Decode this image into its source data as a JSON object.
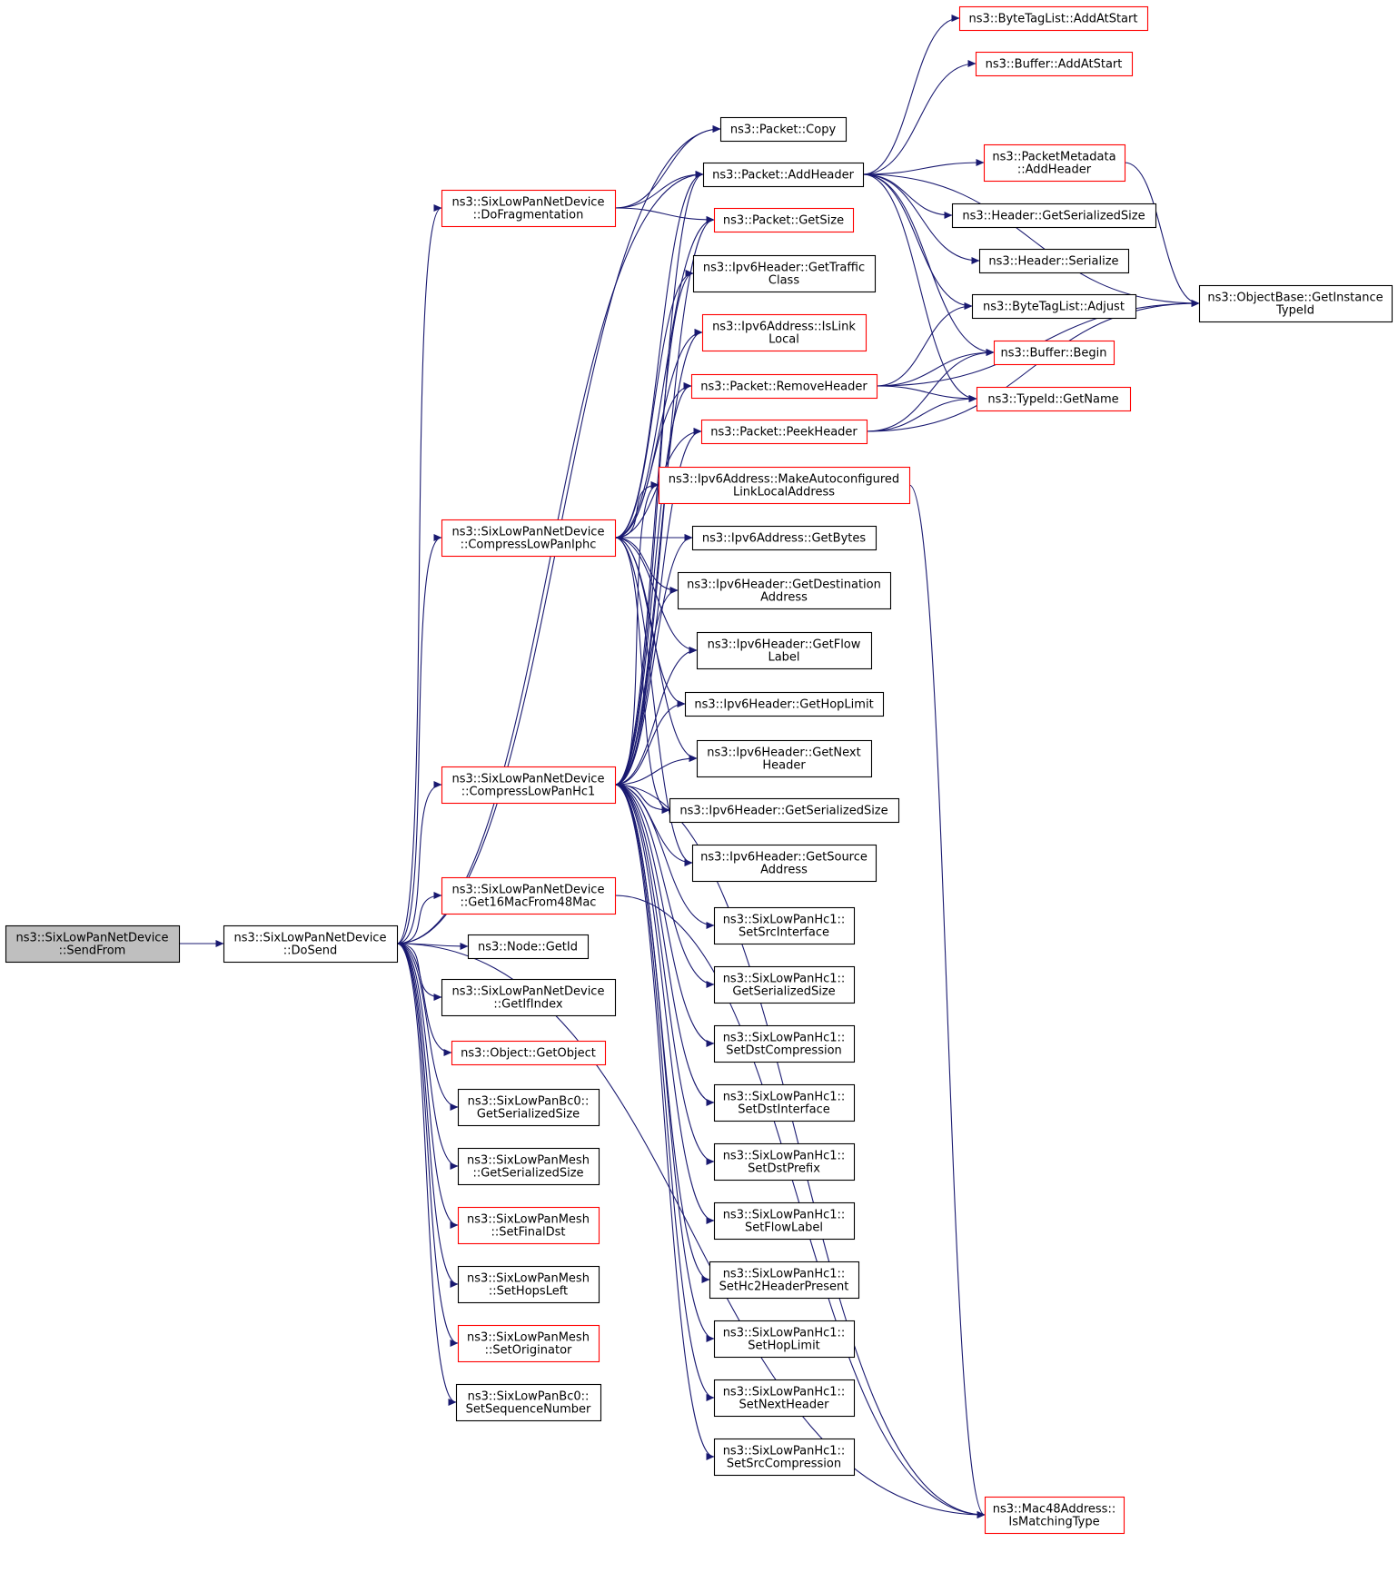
{
  "colors": {
    "edge": "#191970",
    "arrowhead": "#191970",
    "border_documented": "#000000",
    "border_undocumented": "#ff0000",
    "fill_root": "#bfbfbf",
    "fill_default": "#ffffff",
    "text": "#000000"
  },
  "root_node": "sendfrom",
  "nodes": [
    {
      "id": "sendfrom",
      "lines": [
        "ns3::SixLowPanNetDevice",
        "::SendFrom"
      ],
      "border": "black",
      "highlighted": true
    },
    {
      "id": "dosend",
      "lines": [
        "ns3::SixLowPanNetDevice",
        "::DoSend"
      ],
      "border": "black"
    },
    {
      "id": "dofragmentation",
      "lines": [
        "ns3::SixLowPanNetDevice",
        "::DoFragmentation"
      ],
      "border": "red"
    },
    {
      "id": "compresslowpaniphc",
      "lines": [
        "ns3::SixLowPanNetDevice",
        "::CompressLowPanIphc"
      ],
      "border": "red"
    },
    {
      "id": "compresslowpanhc1",
      "lines": [
        "ns3::SixLowPanNetDevice",
        "::CompressLowPanHc1"
      ],
      "border": "red"
    },
    {
      "id": "get16macfrom48mac",
      "lines": [
        "ns3::SixLowPanNetDevice",
        "::Get16MacFrom48Mac"
      ],
      "border": "red"
    },
    {
      "id": "node-getid",
      "lines": [
        "ns3::Node::GetId"
      ],
      "border": "black"
    },
    {
      "id": "getifindex",
      "lines": [
        "ns3::SixLowPanNetDevice",
        "::GetIfIndex"
      ],
      "border": "black"
    },
    {
      "id": "object-getobject",
      "lines": [
        "ns3::Object::GetObject"
      ],
      "border": "red"
    },
    {
      "id": "bc0-getserializedsize",
      "lines": [
        "ns3::SixLowPanBc0::",
        "GetSerializedSize"
      ],
      "border": "black"
    },
    {
      "id": "mesh-getserializedsize",
      "lines": [
        "ns3::SixLowPanMesh",
        "::GetSerializedSize"
      ],
      "border": "black"
    },
    {
      "id": "mesh-setfinaldst",
      "lines": [
        "ns3::SixLowPanMesh",
        "::SetFinalDst"
      ],
      "border": "red"
    },
    {
      "id": "mesh-sethopsleft",
      "lines": [
        "ns3::SixLowPanMesh",
        "::SetHopsLeft"
      ],
      "border": "black"
    },
    {
      "id": "mesh-setoriginator",
      "lines": [
        "ns3::SixLowPanMesh",
        "::SetOriginator"
      ],
      "border": "red"
    },
    {
      "id": "bc0-setsequencenumber",
      "lines": [
        "ns3::SixLowPanBc0::",
        "SetSequenceNumber"
      ],
      "border": "black"
    },
    {
      "id": "packet-copy",
      "lines": [
        "ns3::Packet::Copy"
      ],
      "border": "black"
    },
    {
      "id": "packet-addheader",
      "lines": [
        "ns3::Packet::AddHeader"
      ],
      "border": "black"
    },
    {
      "id": "packet-getsize",
      "lines": [
        "ns3::Packet::GetSize"
      ],
      "border": "red"
    },
    {
      "id": "ipv6header-gettrafficclass",
      "lines": [
        "ns3::Ipv6Header::GetTraffic",
        "Class"
      ],
      "border": "black"
    },
    {
      "id": "ipv6address-islinklocal",
      "lines": [
        "ns3::Ipv6Address::IsLink",
        "Local"
      ],
      "border": "red"
    },
    {
      "id": "packet-removeheader",
      "lines": [
        "ns3::Packet::RemoveHeader"
      ],
      "border": "red"
    },
    {
      "id": "packet-peekheader",
      "lines": [
        "ns3::Packet::PeekHeader"
      ],
      "border": "red"
    },
    {
      "id": "ipv6address-makeautoconfigured",
      "lines": [
        "ns3::Ipv6Address::MakeAutoconfigured",
        "LinkLocalAddress"
      ],
      "border": "red"
    },
    {
      "id": "ipv6address-getbytes",
      "lines": [
        "ns3::Ipv6Address::GetBytes"
      ],
      "border": "black"
    },
    {
      "id": "ipv6header-getdestinationaddress",
      "lines": [
        "ns3::Ipv6Header::GetDestination",
        "Address"
      ],
      "border": "black"
    },
    {
      "id": "ipv6header-getflowlabel",
      "lines": [
        "ns3::Ipv6Header::GetFlow",
        "Label"
      ],
      "border": "black"
    },
    {
      "id": "ipv6header-gethoplimit",
      "lines": [
        "ns3::Ipv6Header::GetHopLimit"
      ],
      "border": "black"
    },
    {
      "id": "ipv6header-getnextheader",
      "lines": [
        "ns3::Ipv6Header::GetNext",
        "Header"
      ],
      "border": "black"
    },
    {
      "id": "ipv6header-getserializedsize",
      "lines": [
        "ns3::Ipv6Header::GetSerializedSize"
      ],
      "border": "black"
    },
    {
      "id": "ipv6header-getsourceaddress",
      "lines": [
        "ns3::Ipv6Header::GetSource",
        "Address"
      ],
      "border": "black"
    },
    {
      "id": "hc1-setsrcinterface",
      "lines": [
        "ns3::SixLowPanHc1::",
        "SetSrcInterface"
      ],
      "border": "black"
    },
    {
      "id": "hc1-getserializedsize",
      "lines": [
        "ns3::SixLowPanHc1::",
        "GetSerializedSize"
      ],
      "border": "black"
    },
    {
      "id": "hc1-setdstcompression",
      "lines": [
        "ns3::SixLowPanHc1::",
        "SetDstCompression"
      ],
      "border": "black"
    },
    {
      "id": "hc1-setdstinterface",
      "lines": [
        "ns3::SixLowPanHc1::",
        "SetDstInterface"
      ],
      "border": "black"
    },
    {
      "id": "hc1-setdstprefix",
      "lines": [
        "ns3::SixLowPanHc1::",
        "SetDstPrefix"
      ],
      "border": "black"
    },
    {
      "id": "hc1-setflowlabel",
      "lines": [
        "ns3::SixLowPanHc1::",
        "SetFlowLabel"
      ],
      "border": "black"
    },
    {
      "id": "hc1-sethc2headerpresent",
      "lines": [
        "ns3::SixLowPanHc1::",
        "SetHc2HeaderPresent"
      ],
      "border": "black"
    },
    {
      "id": "hc1-sethoplimit",
      "lines": [
        "ns3::SixLowPanHc1::",
        "SetHopLimit"
      ],
      "border": "black"
    },
    {
      "id": "hc1-setnextheader",
      "lines": [
        "ns3::SixLowPanHc1::",
        "SetNextHeader"
      ],
      "border": "black"
    },
    {
      "id": "hc1-setsrccompression",
      "lines": [
        "ns3::SixLowPanHc1::",
        "SetSrcCompression"
      ],
      "border": "black"
    },
    {
      "id": "mac48address-ismatchingtype",
      "lines": [
        "ns3::Mac48Address::",
        "IsMatchingType"
      ],
      "border": "red"
    },
    {
      "id": "bytetaglist-addatstart",
      "lines": [
        "ns3::ByteTagList::AddAtStart"
      ],
      "border": "red"
    },
    {
      "id": "buffer-addatstart",
      "lines": [
        "ns3::Buffer::AddAtStart"
      ],
      "border": "red"
    },
    {
      "id": "packetmetadata-addheader",
      "lines": [
        "ns3::PacketMetadata",
        "::AddHeader"
      ],
      "border": "red"
    },
    {
      "id": "header-getserializedsize",
      "lines": [
        "ns3::Header::GetSerializedSize"
      ],
      "border": "black"
    },
    {
      "id": "header-serialize",
      "lines": [
        "ns3::Header::Serialize"
      ],
      "border": "black"
    },
    {
      "id": "bytetaglist-adjust",
      "lines": [
        "ns3::ByteTagList::Adjust"
      ],
      "border": "black"
    },
    {
      "id": "buffer-begin",
      "lines": [
        "ns3::Buffer::Begin"
      ],
      "border": "red"
    },
    {
      "id": "typeid-getname",
      "lines": [
        "ns3::TypeId::GetName"
      ],
      "border": "red"
    },
    {
      "id": "objectbase-getinstancetypeid",
      "lines": [
        "ns3::ObjectBase::GetInstance",
        "TypeId"
      ],
      "border": "black"
    }
  ],
  "edges": [
    {
      "from": "sendfrom",
      "to": "dosend"
    },
    {
      "from": "dosend",
      "to": "packet-copy"
    },
    {
      "from": "dosend",
      "to": "dofragmentation"
    },
    {
      "from": "dosend",
      "to": "packet-addheader"
    },
    {
      "from": "dosend",
      "to": "compresslowpaniphc"
    },
    {
      "from": "dosend",
      "to": "compresslowpanhc1"
    },
    {
      "from": "dosend",
      "to": "get16macfrom48mac"
    },
    {
      "from": "dosend",
      "to": "node-getid"
    },
    {
      "from": "dosend",
      "to": "getifindex"
    },
    {
      "from": "dosend",
      "to": "object-getobject"
    },
    {
      "from": "dosend",
      "to": "bc0-getserializedsize"
    },
    {
      "from": "dosend",
      "to": "mesh-getserializedsize"
    },
    {
      "from": "dosend",
      "to": "mesh-setfinaldst"
    },
    {
      "from": "dosend",
      "to": "mesh-sethopsleft"
    },
    {
      "from": "dosend",
      "to": "mesh-setoriginator"
    },
    {
      "from": "dosend",
      "to": "bc0-setsequencenumber"
    },
    {
      "from": "dosend",
      "to": "mac48address-ismatchingtype"
    },
    {
      "from": "dofragmentation",
      "to": "packet-copy"
    },
    {
      "from": "dofragmentation",
      "to": "packet-addheader"
    },
    {
      "from": "dofragmentation",
      "to": "packet-getsize"
    },
    {
      "from": "compresslowpaniphc",
      "to": "packet-addheader"
    },
    {
      "from": "compresslowpaniphc",
      "to": "packet-getsize"
    },
    {
      "from": "compresslowpaniphc",
      "to": "ipv6header-gettrafficclass"
    },
    {
      "from": "compresslowpaniphc",
      "to": "ipv6address-islinklocal"
    },
    {
      "from": "compresslowpaniphc",
      "to": "packet-removeheader"
    },
    {
      "from": "compresslowpaniphc",
      "to": "packet-peekheader"
    },
    {
      "from": "compresslowpaniphc",
      "to": "ipv6address-makeautoconfigured"
    },
    {
      "from": "compresslowpaniphc",
      "to": "ipv6address-getbytes"
    },
    {
      "from": "compresslowpaniphc",
      "to": "ipv6header-getdestinationaddress"
    },
    {
      "from": "compresslowpaniphc",
      "to": "ipv6header-getflowlabel"
    },
    {
      "from": "compresslowpaniphc",
      "to": "ipv6header-gethoplimit"
    },
    {
      "from": "compresslowpaniphc",
      "to": "ipv6header-getnextheader"
    },
    {
      "from": "compresslowpaniphc",
      "to": "ipv6header-getserializedsize"
    },
    {
      "from": "compresslowpaniphc",
      "to": "ipv6header-getsourceaddress"
    },
    {
      "from": "compresslowpanhc1",
      "to": "packet-addheader"
    },
    {
      "from": "compresslowpanhc1",
      "to": "packet-getsize"
    },
    {
      "from": "compresslowpanhc1",
      "to": "ipv6header-gettrafficclass"
    },
    {
      "from": "compresslowpanhc1",
      "to": "ipv6address-islinklocal"
    },
    {
      "from": "compresslowpanhc1",
      "to": "packet-removeheader"
    },
    {
      "from": "compresslowpanhc1",
      "to": "packet-peekheader"
    },
    {
      "from": "compresslowpanhc1",
      "to": "ipv6address-makeautoconfigured"
    },
    {
      "from": "compresslowpanhc1",
      "to": "ipv6address-getbytes"
    },
    {
      "from": "compresslowpanhc1",
      "to": "ipv6header-getdestinationaddress"
    },
    {
      "from": "compresslowpanhc1",
      "to": "ipv6header-getflowlabel"
    },
    {
      "from": "compresslowpanhc1",
      "to": "ipv6header-gethoplimit"
    },
    {
      "from": "compresslowpanhc1",
      "to": "ipv6header-getnextheader"
    },
    {
      "from": "compresslowpanhc1",
      "to": "ipv6header-getserializedsize"
    },
    {
      "from": "compresslowpanhc1",
      "to": "ipv6header-getsourceaddress"
    },
    {
      "from": "compresslowpanhc1",
      "to": "hc1-setsrcinterface"
    },
    {
      "from": "compresslowpanhc1",
      "to": "hc1-getserializedsize"
    },
    {
      "from": "compresslowpanhc1",
      "to": "hc1-setdstcompression"
    },
    {
      "from": "compresslowpanhc1",
      "to": "hc1-setdstinterface"
    },
    {
      "from": "compresslowpanhc1",
      "to": "hc1-setdstprefix"
    },
    {
      "from": "compresslowpanhc1",
      "to": "hc1-setflowlabel"
    },
    {
      "from": "compresslowpanhc1",
      "to": "hc1-sethc2headerpresent"
    },
    {
      "from": "compresslowpanhc1",
      "to": "hc1-sethoplimit"
    },
    {
      "from": "compresslowpanhc1",
      "to": "hc1-setnextheader"
    },
    {
      "from": "compresslowpanhc1",
      "to": "hc1-setsrccompression"
    },
    {
      "from": "compresslowpanhc1",
      "to": "mac48address-ismatchingtype"
    },
    {
      "from": "get16macfrom48mac",
      "to": "mac48address-ismatchingtype"
    },
    {
      "from": "ipv6address-makeautoconfigured",
      "to": "mac48address-ismatchingtype"
    },
    {
      "from": "packet-addheader",
      "to": "bytetaglist-addatstart"
    },
    {
      "from": "packet-addheader",
      "to": "buffer-addatstart"
    },
    {
      "from": "packet-addheader",
      "to": "objectbase-getinstancetypeid"
    },
    {
      "from": "packet-addheader",
      "to": "packetmetadata-addheader"
    },
    {
      "from": "packet-addheader",
      "to": "header-getserializedsize"
    },
    {
      "from": "packet-addheader",
      "to": "header-serialize"
    },
    {
      "from": "packet-addheader",
      "to": "bytetaglist-adjust"
    },
    {
      "from": "packet-addheader",
      "to": "buffer-begin"
    },
    {
      "from": "packet-addheader",
      "to": "typeid-getname"
    },
    {
      "from": "packetmetadata-addheader",
      "to": "objectbase-getinstancetypeid"
    },
    {
      "from": "packet-removeheader",
      "to": "bytetaglist-adjust"
    },
    {
      "from": "packet-removeheader",
      "to": "buffer-begin"
    },
    {
      "from": "packet-removeheader",
      "to": "typeid-getname"
    },
    {
      "from": "packet-removeheader",
      "to": "objectbase-getinstancetypeid"
    },
    {
      "from": "packet-peekheader",
      "to": "buffer-begin"
    },
    {
      "from": "packet-peekheader",
      "to": "typeid-getname"
    },
    {
      "from": "packet-peekheader",
      "to": "objectbase-getinstancetypeid"
    }
  ]
}
